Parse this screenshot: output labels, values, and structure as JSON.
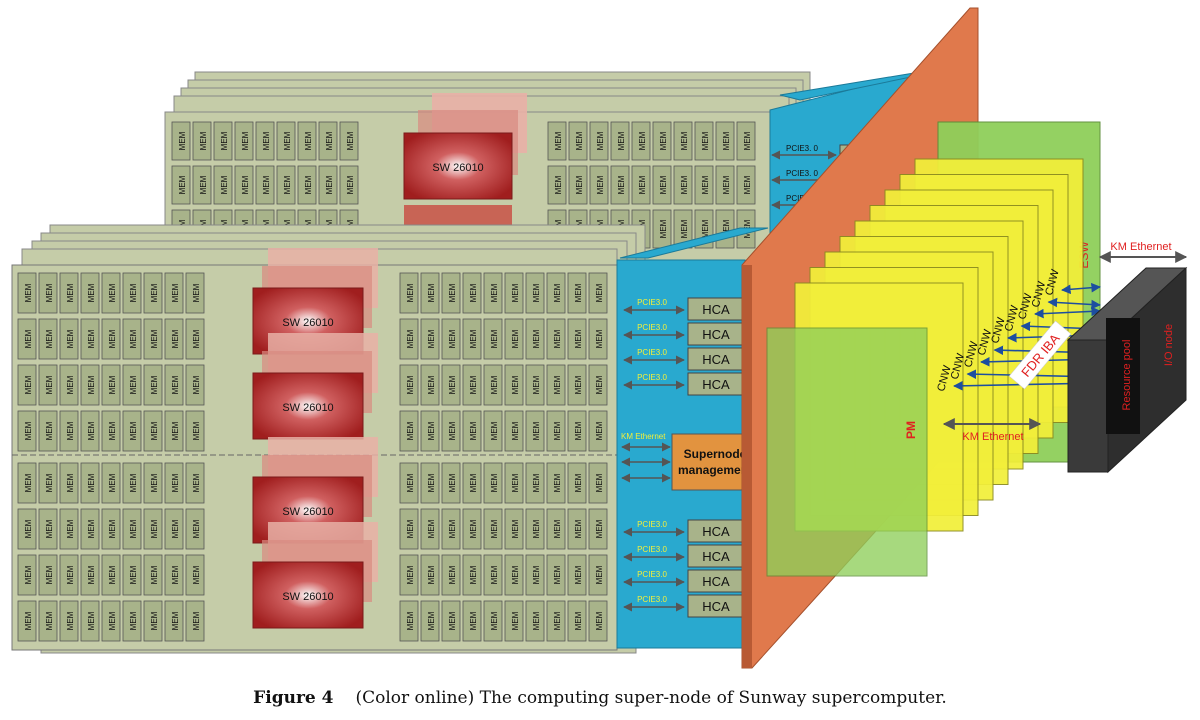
{
  "diagram": {
    "chip_label": "SW 26010",
    "mem_label": "MEM",
    "pcie_label": "PCIE3.0",
    "pcie_label_back": "PCIE3. 0",
    "hca_label": "HCA",
    "km_ethernet_small": "KM Ethernet",
    "supernode_line1": "Supernode",
    "supernode_line2": "management",
    "cnw_label": "CNW",
    "fdr_iba_label": "FDR IBA",
    "pm_label": "PM",
    "esw_label": "ESW",
    "km_ethernet_bottom": "KM Ethernet",
    "km_ethernet_top": "KM Ethernet",
    "resource_pool_label": "Resource pool",
    "io_node_label": "I/O node",
    "colors": {
      "board": "#c5cca8",
      "mem": "#a8b38a",
      "chip": "#b52e2e",
      "chip_glow": "#e8b0a6",
      "blue_panel": "#29a9cf",
      "orange_panel": "#e0794c",
      "green_panel": "#8fcf5a",
      "yellow_card": "#f2ef3a",
      "hca": "#a8b38a",
      "supernode": "#e2933f",
      "io_box": "#3a3a3a",
      "red_text": "#e02020",
      "arrow_blue": "#1d4ea0"
    }
  },
  "caption": {
    "label": "Figure 4",
    "text": "(Color online) The computing super-node of Sunway supercomputer."
  }
}
